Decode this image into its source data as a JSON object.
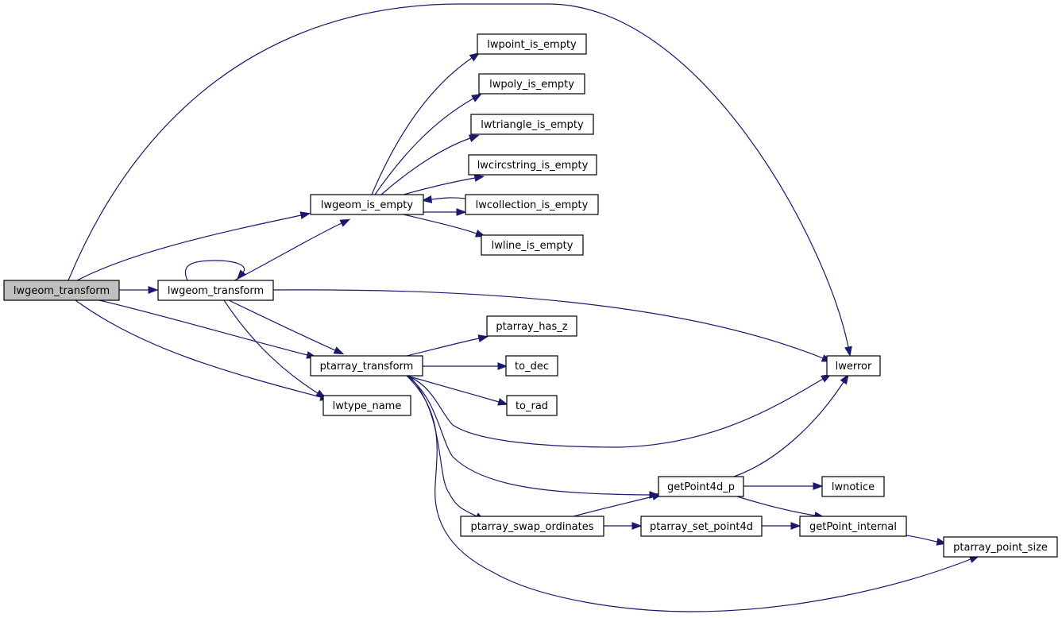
{
  "colors": {
    "edge": "#191970",
    "node_fill": "#ffffff",
    "root_fill": "#bfbfbf",
    "node_border": "#000000"
  },
  "nodes": [
    {
      "id": "root",
      "label": "lwgeom_transform",
      "highlighted": true
    },
    {
      "id": "lwgeom_transform",
      "label": "lwgeom_transform"
    },
    {
      "id": "lwgeom_is_empty",
      "label": "lwgeom_is_empty"
    },
    {
      "id": "lwpoint_is_empty",
      "label": "lwpoint_is_empty"
    },
    {
      "id": "lwpoly_is_empty",
      "label": "lwpoly_is_empty"
    },
    {
      "id": "lwtriangle_is_empty",
      "label": "lwtriangle_is_empty"
    },
    {
      "id": "lwcircstring_is_empty",
      "label": "lwcircstring_is_empty"
    },
    {
      "id": "lwcollection_is_empty",
      "label": "lwcollection_is_empty"
    },
    {
      "id": "lwline_is_empty",
      "label": "lwline_is_empty"
    },
    {
      "id": "lwerror",
      "label": "lwerror"
    },
    {
      "id": "ptarray_transform",
      "label": "ptarray_transform"
    },
    {
      "id": "lwtype_name",
      "label": "lwtype_name"
    },
    {
      "id": "ptarray_has_z",
      "label": "ptarray_has_z"
    },
    {
      "id": "to_dec",
      "label": "to_dec"
    },
    {
      "id": "to_rad",
      "label": "to_rad"
    },
    {
      "id": "getPoint4d_p",
      "label": "getPoint4d_p"
    },
    {
      "id": "lwnotice",
      "label": "lwnotice"
    },
    {
      "id": "ptarray_swap_ordinates",
      "label": "ptarray_swap_ordinates"
    },
    {
      "id": "ptarray_set_point4d",
      "label": "ptarray_set_point4d"
    },
    {
      "id": "getPoint_internal",
      "label": "getPoint_internal"
    },
    {
      "id": "ptarray_point_size",
      "label": "ptarray_point_size"
    }
  ],
  "edges": [
    {
      "from": "root",
      "to": "lwgeom_transform"
    },
    {
      "from": "root",
      "to": "lwgeom_is_empty"
    },
    {
      "from": "root",
      "to": "lwerror"
    },
    {
      "from": "root",
      "to": "ptarray_transform"
    },
    {
      "from": "root",
      "to": "lwtype_name"
    },
    {
      "from": "lwgeom_transform",
      "to": "lwgeom_transform"
    },
    {
      "from": "lwgeom_transform",
      "to": "lwgeom_is_empty"
    },
    {
      "from": "lwgeom_transform",
      "to": "lwerror"
    },
    {
      "from": "lwgeom_transform",
      "to": "ptarray_transform"
    },
    {
      "from": "lwgeom_transform",
      "to": "lwtype_name"
    },
    {
      "from": "lwgeom_is_empty",
      "to": "lwpoint_is_empty"
    },
    {
      "from": "lwgeom_is_empty",
      "to": "lwpoly_is_empty"
    },
    {
      "from": "lwgeom_is_empty",
      "to": "lwtriangle_is_empty"
    },
    {
      "from": "lwgeom_is_empty",
      "to": "lwcircstring_is_empty"
    },
    {
      "from": "lwgeom_is_empty",
      "to": "lwcollection_is_empty"
    },
    {
      "from": "lwgeom_is_empty",
      "to": "lwline_is_empty"
    },
    {
      "from": "lwcollection_is_empty",
      "to": "lwgeom_is_empty"
    },
    {
      "from": "ptarray_transform",
      "to": "ptarray_has_z"
    },
    {
      "from": "ptarray_transform",
      "to": "to_dec"
    },
    {
      "from": "ptarray_transform",
      "to": "to_rad"
    },
    {
      "from": "ptarray_transform",
      "to": "lwerror"
    },
    {
      "from": "ptarray_transform",
      "to": "getPoint4d_p"
    },
    {
      "from": "ptarray_transform",
      "to": "ptarray_swap_ordinates"
    },
    {
      "from": "ptarray_transform",
      "to": "ptarray_point_size"
    },
    {
      "from": "getPoint4d_p",
      "to": "lwnotice"
    },
    {
      "from": "getPoint4d_p",
      "to": "lwerror"
    },
    {
      "from": "getPoint4d_p",
      "to": "getPoint_internal"
    },
    {
      "from": "ptarray_swap_ordinates",
      "to": "getPoint4d_p"
    },
    {
      "from": "ptarray_swap_ordinates",
      "to": "ptarray_set_point4d"
    },
    {
      "from": "ptarray_set_point4d",
      "to": "getPoint_internal"
    },
    {
      "from": "getPoint_internal",
      "to": "ptarray_point_size"
    }
  ]
}
